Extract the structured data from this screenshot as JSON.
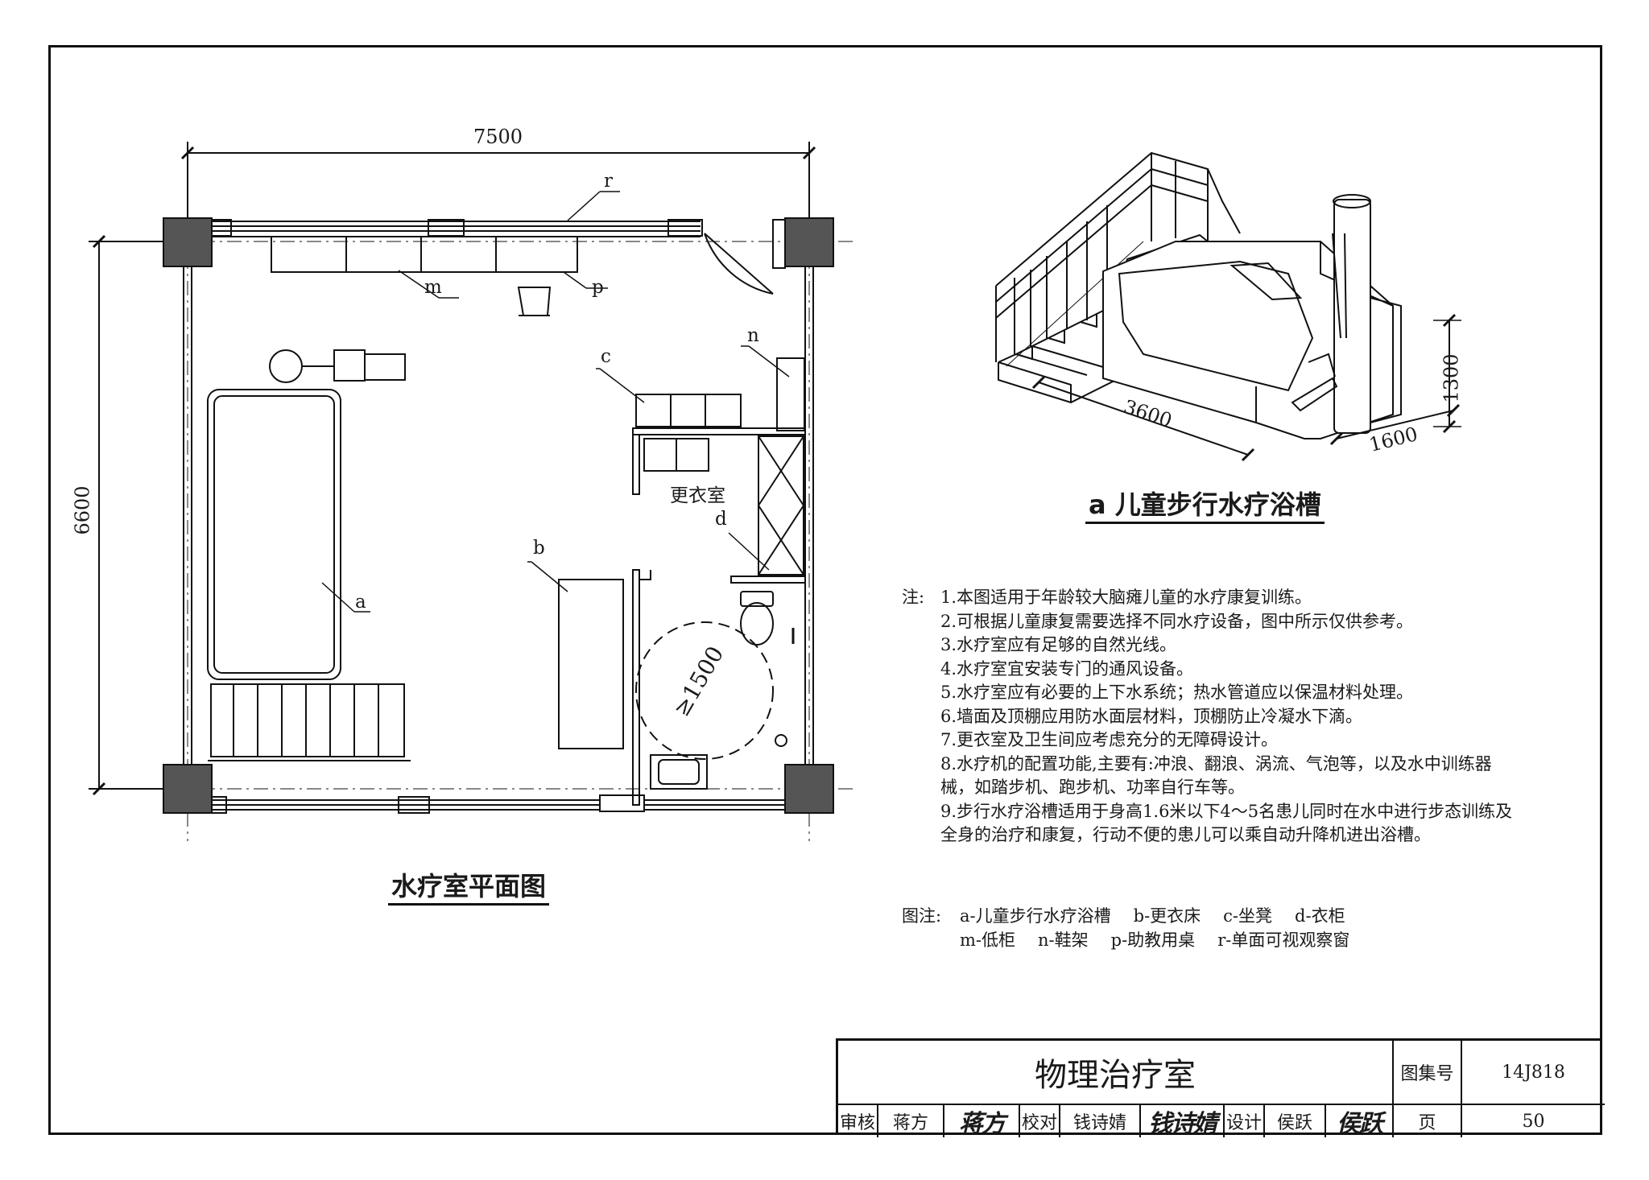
{
  "floor_plan": {
    "caption": "水疗室平面图",
    "dim_width": "7500",
    "dim_height": "6600",
    "room_label": "更衣室",
    "turning_circle": "≥1500",
    "labels": {
      "a": "a",
      "b": "b",
      "c": "c",
      "d": "d",
      "m": "m",
      "n": "n",
      "p": "p",
      "r": "r"
    }
  },
  "tub": {
    "caption": "a  儿童步行水疗浴槽",
    "dim_length": "3600",
    "dim_width": "1600",
    "dim_height": "1300"
  },
  "notes": {
    "lead": "注:",
    "items": [
      "1.本图适用于年龄较大脑瘫儿童的水疗康复训练。",
      "2.可根据儿童康复需要选择不同水疗设备，图中所示仅供参考。",
      "3.水疗室应有足够的自然光线。",
      "4.水疗室宜安装专门的通风设备。",
      "5.水疗室应有必要的上下水系统；热水管道应以保温材料处理。",
      "6.墙面及顶棚应用防水面层材料，顶棚防止冷凝水下滴。",
      "7.更衣室及卫生间应考虑充分的无障碍设计。",
      "8.水疗机的配置功能,主要有:冲浪、翻浪、涡流、气泡等，以及水中训练器械，如踏步机、跑步机、功率自行车等。",
      "9.步行水疗浴槽适用于身高1.6米以下4～5名患儿同时在水中进行步态训练及全身的治疗和康复，行动不便的患儿可以乘自动升降机进出浴槽。"
    ]
  },
  "legend": {
    "lead": "图注:",
    "line1": [
      "a-儿童步行水疗浴槽",
      "b-更衣床",
      "c-坐凳",
      "d-衣柜"
    ],
    "line2": [
      "m-低柜",
      "n-鞋架",
      "p-助教用桌",
      "r-单面可视观察窗"
    ]
  },
  "title_block": {
    "title": "物理治疗室",
    "atlas_label": "图集号",
    "atlas_no": "14J818",
    "review_label": "审核",
    "reviewer": "蒋方",
    "reviewer_sig": "蒋方",
    "check_label": "校对",
    "checker": "钱诗婧",
    "checker_sig": "钱诗婧",
    "design_label": "设计",
    "designer": "侯跃",
    "designer_sig": "侯跃",
    "page_label": "页",
    "page_no": "50"
  }
}
